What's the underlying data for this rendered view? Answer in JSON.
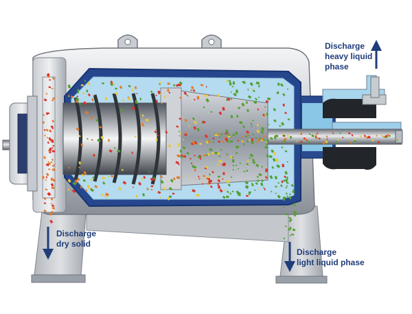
{
  "labels": {
    "heavy": [
      "Discharge",
      "heavy liquid",
      "phase"
    ],
    "solid": [
      "Discharge",
      "dry solid"
    ],
    "light": [
      "Discharge",
      "light liquid phase"
    ]
  },
  "colors": {
    "steel_light": "#e4e6e9",
    "steel_mid": "#b9bdc3",
    "steel_dark": "#7d838b",
    "housing_blue": "#1f3f86",
    "liquid_blue": "#a9d6ec",
    "arrow_blue": "#1f3d7a",
    "particle_red": "#d9342b",
    "particle_yellow": "#e9c93a",
    "particle_green": "#53a032",
    "particle_orange": "#e27a2a"
  }
}
